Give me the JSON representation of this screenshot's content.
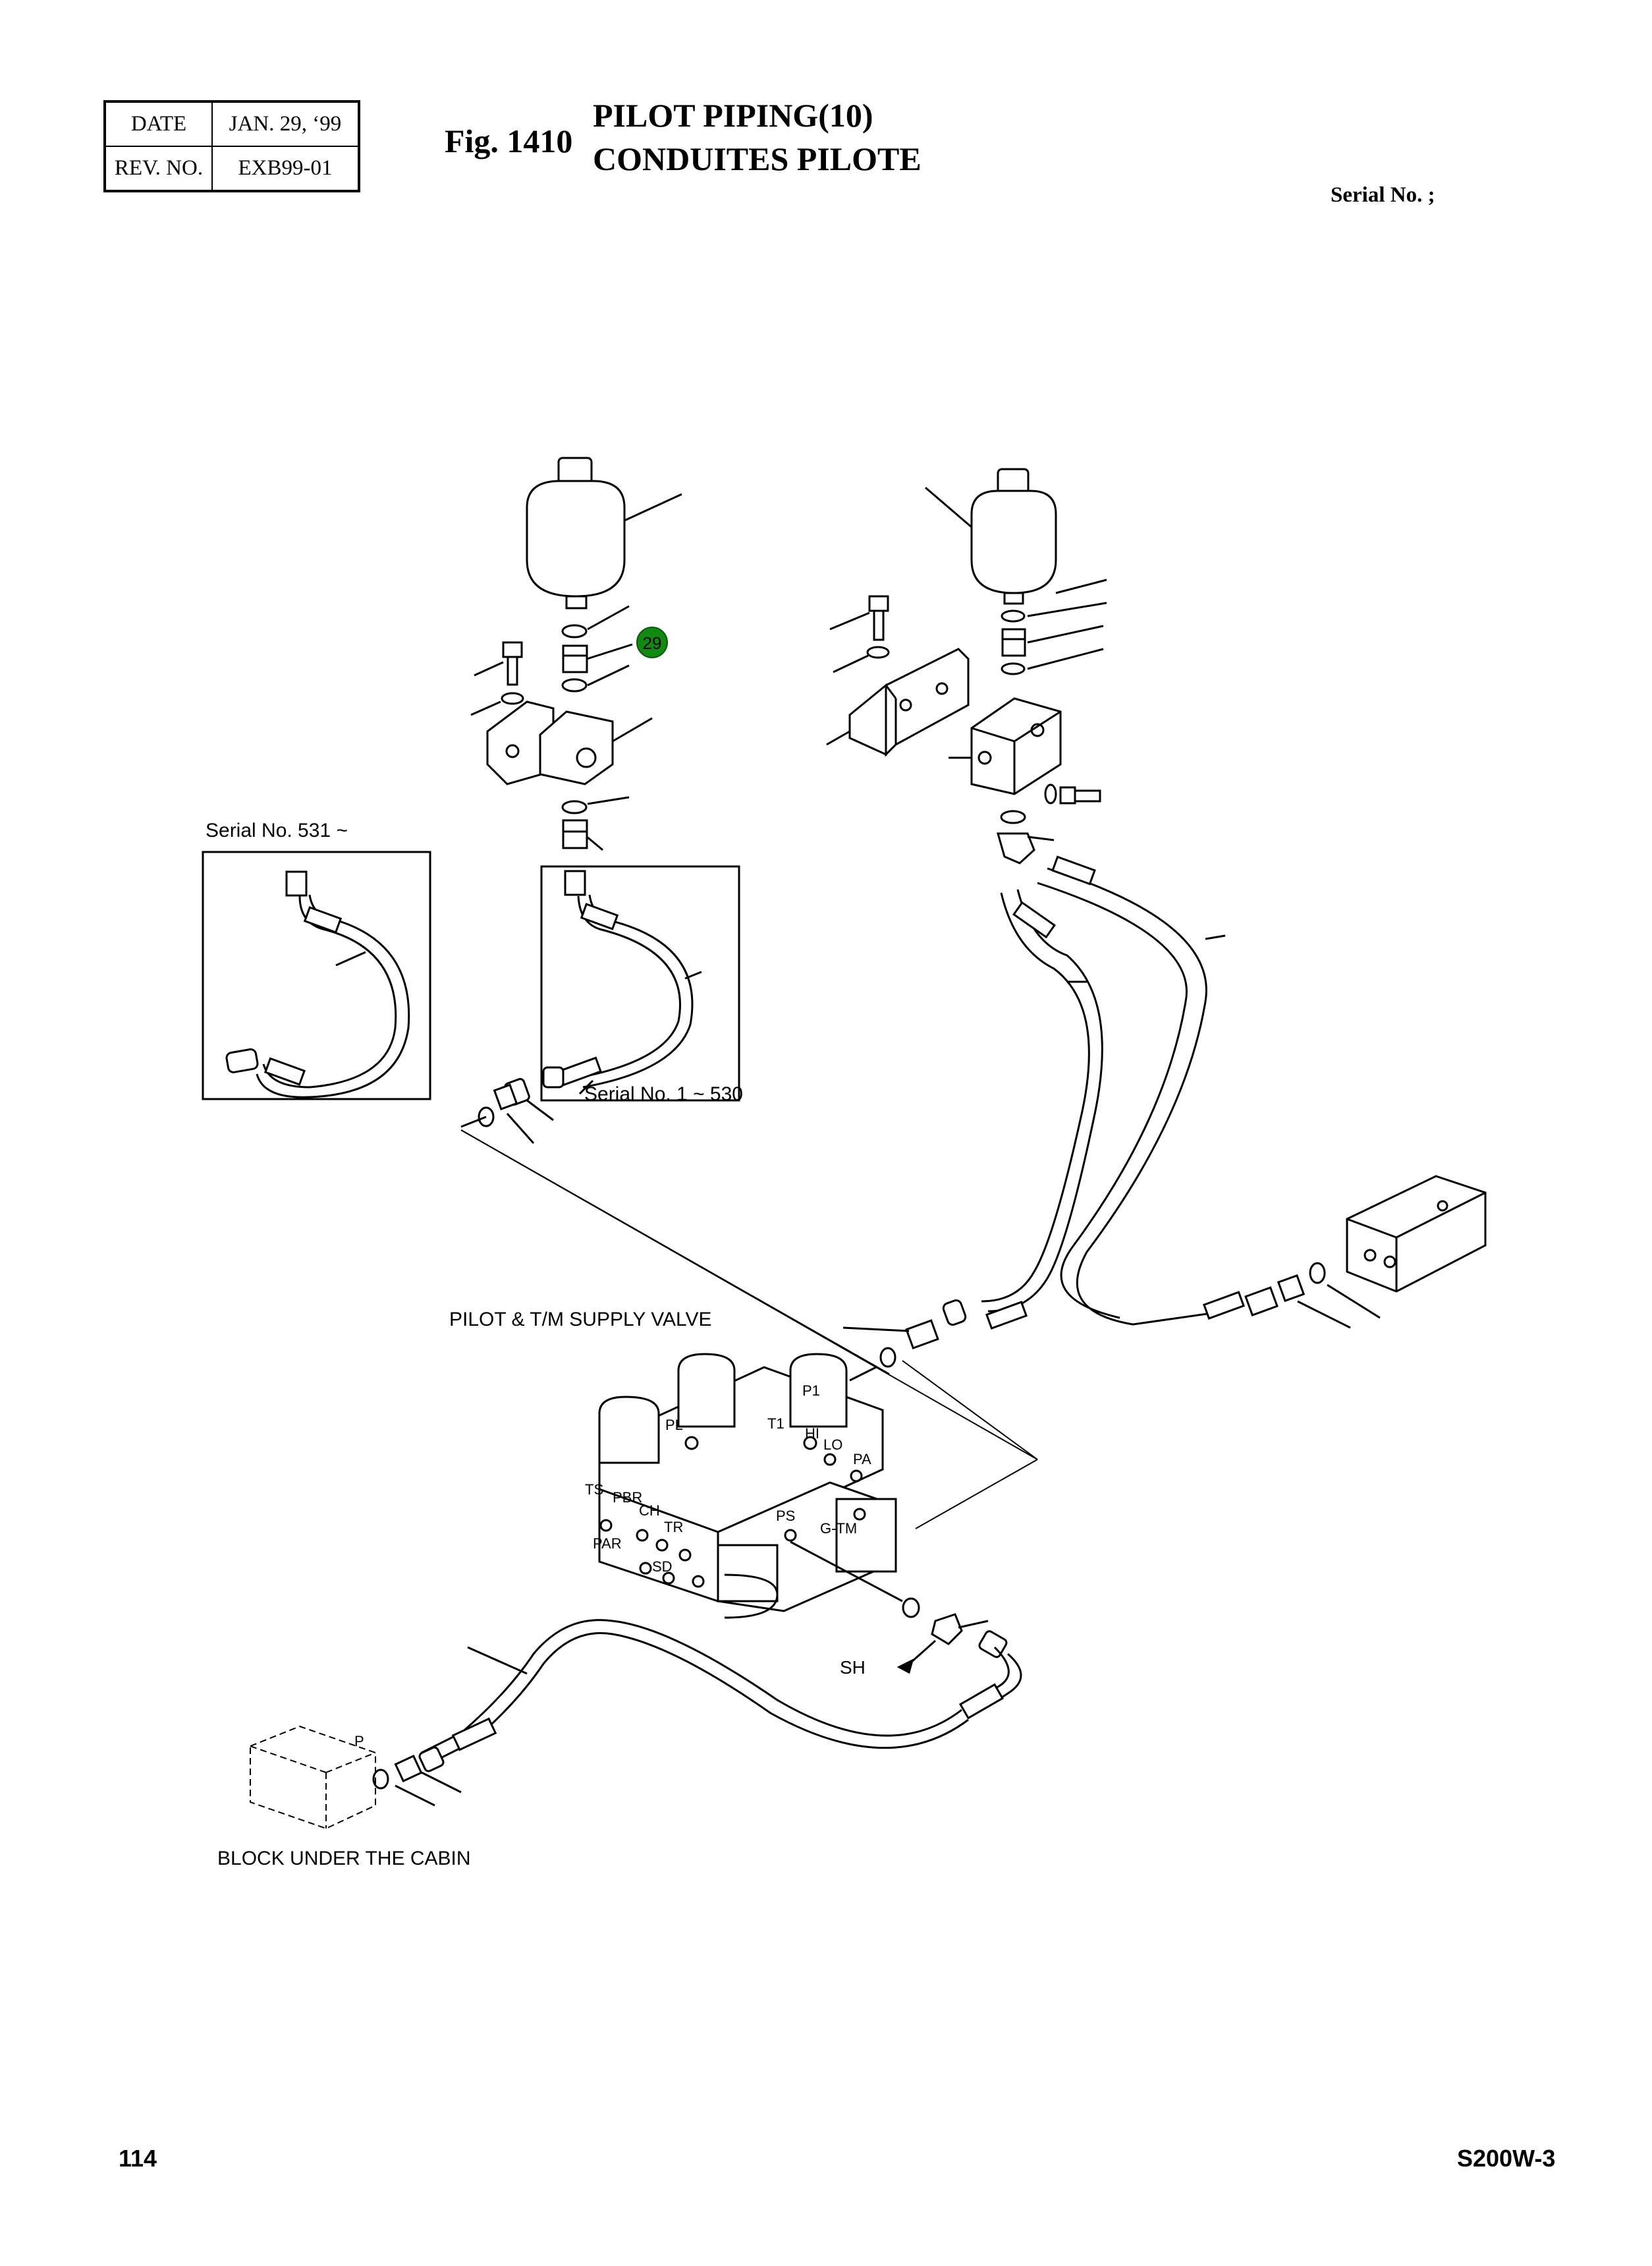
{
  "header": {
    "date_label": "DATE",
    "date_value": "JAN. 29, ‘99",
    "rev_label": "REV. NO.",
    "rev_value": "EXB99-01",
    "fig_number": "Fig. 1410",
    "title_en": "PILOT PIPING(10)",
    "title_fr": "CONDUITES PILOTE",
    "serial": "Serial No. ;"
  },
  "diagram": {
    "callout": {
      "number": "29",
      "color": "#128a12"
    },
    "labels": {
      "serial_531": "Serial No. 531 ~",
      "serial_1_530": "Serial No. 1 ~ 530",
      "supply_valve": "PILOT & T/M SUPPLY VALVE",
      "block_cabin": "BLOCK UNDER THE CABIN",
      "port_sh": "SH",
      "port_p": "P"
    },
    "ports": {
      "p1": "P1",
      "pl": "PL",
      "t1": "T1",
      "hi": "HI",
      "lo": "LO",
      "pa": "PA",
      "ts": "TS",
      "pbr": "PBR",
      "ch": "CH",
      "tr": "TR",
      "par": "PAR",
      "sd": "SD",
      "ps": "PS",
      "gtm": "G-TM"
    }
  },
  "footer": {
    "page_number": "114",
    "model": "S200W-3"
  }
}
